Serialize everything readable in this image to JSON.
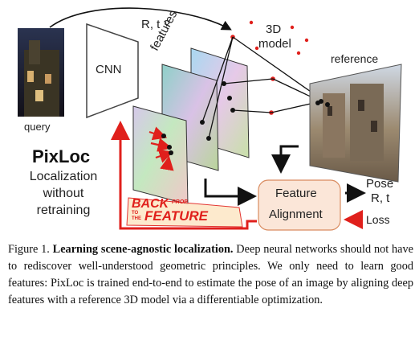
{
  "figure": {
    "query_label": "query",
    "cnn_label": "CNN",
    "features_label": "features",
    "rt_label": "R, t ?",
    "model_line1": "3D",
    "model_line2": "model",
    "reference_label": "reference",
    "title": "PixLoc",
    "subtitle_lines": [
      "Localization",
      "without",
      "retraining"
    ],
    "backprop_line1": "BACK",
    "backprop_small": "PROP",
    "backprop_to": "TO",
    "backprop_the": "THE",
    "backprop_line2": "FEATURE",
    "feature_alignment_line1": "Feature",
    "feature_alignment_line2": "Alignment",
    "pose_line1": "Pose",
    "pose_line2": "R, t",
    "loss_label": "Loss",
    "colors": {
      "accent_red": "#e0201c",
      "box_fill": "#fbe6d8",
      "box_stroke": "#d98b5f"
    }
  },
  "caption": {
    "prefix": "Figure 1.",
    "bold": "Learning scene-agnostic localization.",
    "body": " Deep neural networks should not have to rediscover well-understood geometric principles. We only need to learn good features: PixLoc is trained end-to-end to estimate the pose of an image by aligning deep features with a reference 3D model via a differentiable optimization."
  }
}
